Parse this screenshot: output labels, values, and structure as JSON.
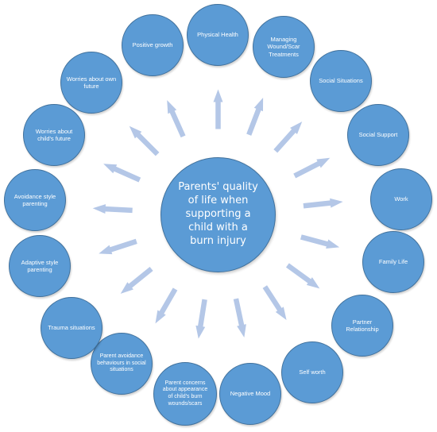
{
  "center": {
    "label": "Parents' quality of life when supporting a child with a burn injury"
  },
  "nodes": [
    {
      "id": "physical-health",
      "label": "Physical Health"
    },
    {
      "id": "managing-wound-scar-treatments",
      "label": "Managing Wound/Scar Treatments"
    },
    {
      "id": "social-situations",
      "label": "Social Situations"
    },
    {
      "id": "social-support",
      "label": "Social Support"
    },
    {
      "id": "work",
      "label": "Work"
    },
    {
      "id": "family-life",
      "label": "Family Life"
    },
    {
      "id": "partner-relationship",
      "label": "Partner Relationship"
    },
    {
      "id": "self-worth",
      "label": "Self worth"
    },
    {
      "id": "negative-mood",
      "label": "Negative Mood"
    },
    {
      "id": "parent-concerns",
      "label": "Parent concerns about appearance of child's burn wounds/scars"
    },
    {
      "id": "parent-avoidance",
      "label": "Parent avoidance behaviours in social situations"
    },
    {
      "id": "trauma-situations",
      "label": "Trauma situations"
    },
    {
      "id": "adaptive-style-parenting",
      "label": "Adaptive style parenting"
    },
    {
      "id": "avoidance-style-parenting",
      "label": "Avoidance style parenting"
    },
    {
      "id": "worries-childs-future",
      "label": "Worries about child's future"
    },
    {
      "id": "worries-own-future",
      "label": "Worries about own future"
    },
    {
      "id": "positive-growth",
      "label": "Positive growth"
    }
  ],
  "colors": {
    "node_fill": "#5b9bd5",
    "node_border": "#41719c",
    "arrow_fill": "#b4c7e7"
  }
}
